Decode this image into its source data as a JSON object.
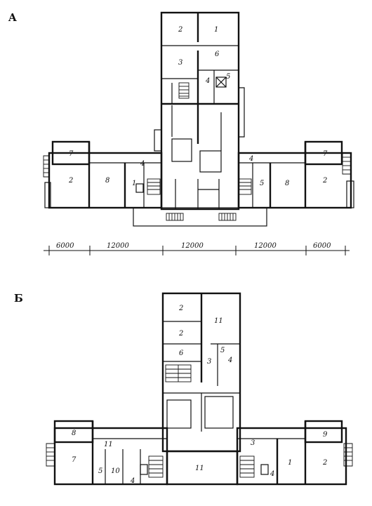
{
  "plan_a": {
    "label": "A",
    "rooms": [
      "2",
      "1",
      "3",
      "6",
      "4",
      "5",
      "7",
      "2",
      "8",
      "1",
      "4",
      "4",
      "5",
      "8",
      "7",
      "2"
    ]
  },
  "dimensions": [
    "6000",
    "12000",
    "12000",
    "12000",
    "6000"
  ],
  "plan_b": {
    "label": "Б",
    "rooms": [
      "2",
      "11",
      "2",
      "6",
      "3",
      "5",
      "4",
      "8",
      "7",
      "11",
      "5",
      "10",
      "4",
      "11",
      "3",
      "1",
      "4",
      "9",
      "2"
    ]
  }
}
